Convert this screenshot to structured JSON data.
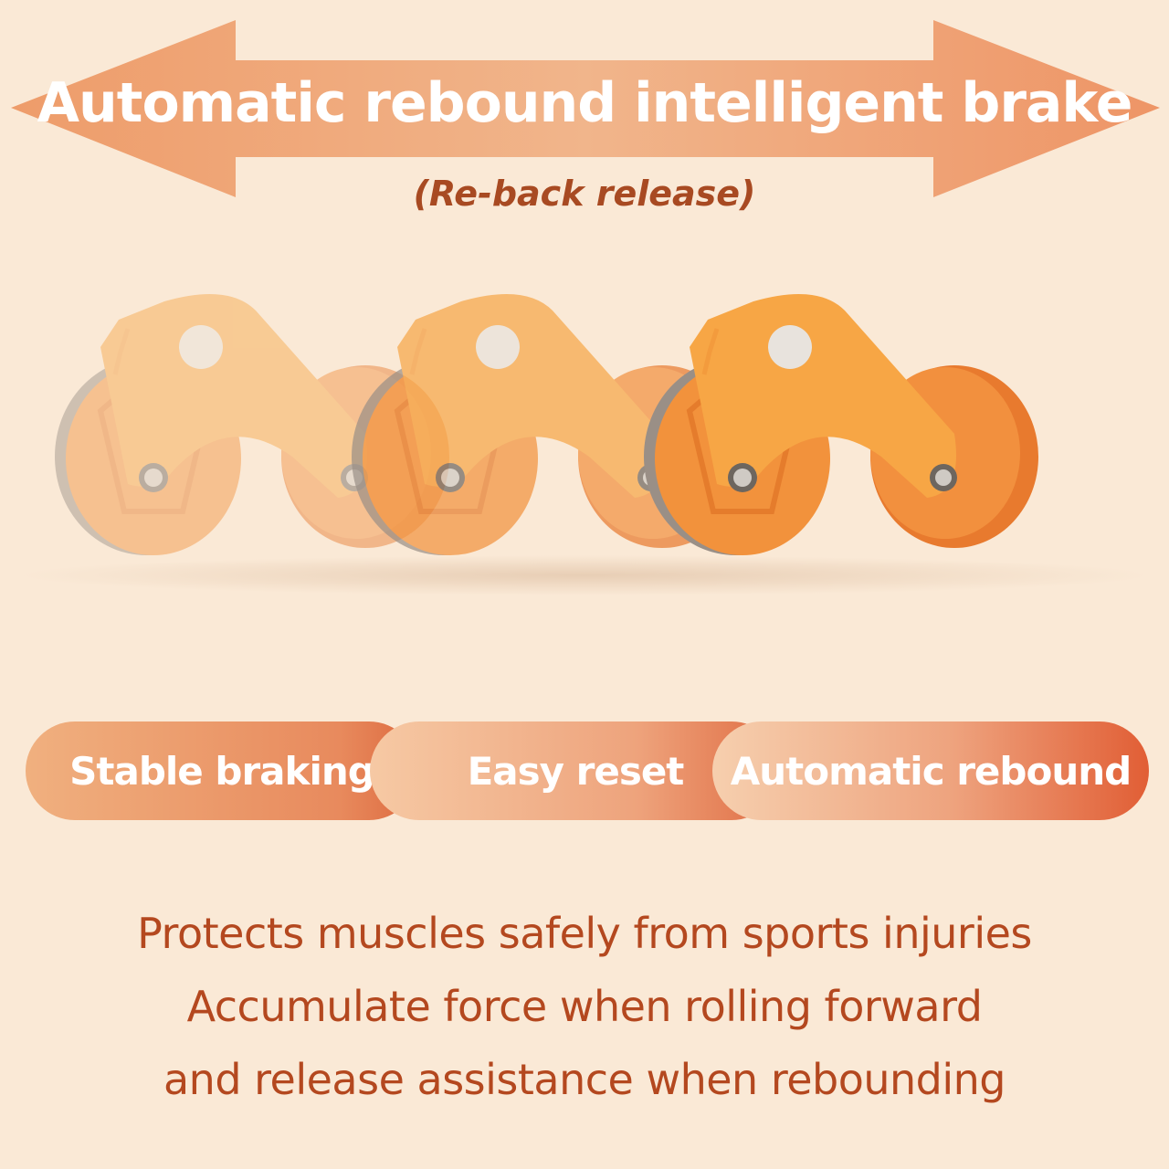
{
  "banner": {
    "title": "Automatic rebound intelligent brake",
    "subtitle": "(Re-back release)"
  },
  "features": [
    "Stable braking",
    "Easy reset",
    "Automatic rebound"
  ],
  "benefits": [
    "Protects muscles safely from sports injuries",
    "Accumulate force when rolling forward",
    "and release assistance when rebounding"
  ],
  "colors": {
    "background": "#fae9d6",
    "arrow": "#ec9d6c",
    "title_text": "#ffffff",
    "accent_text": "#b4481f",
    "product_orange": "#f5962e"
  },
  "icons": [
    "double-arrow-icon",
    "ab-roller-wheel-icon"
  ]
}
